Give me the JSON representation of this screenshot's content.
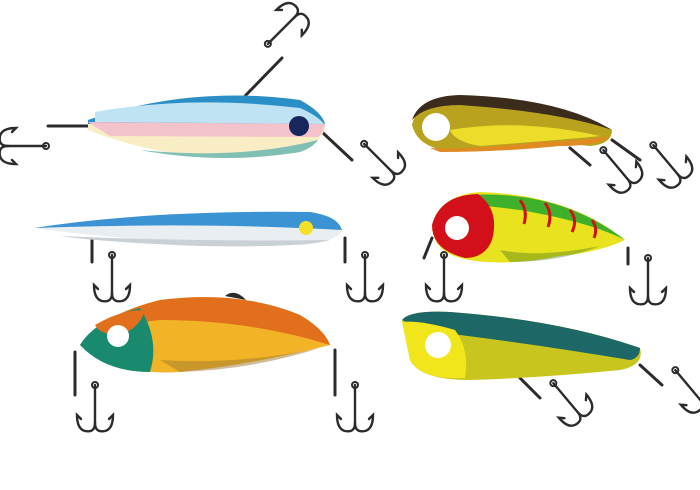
{
  "background": "#ffffff",
  "lures": [
    {
      "name": "striped-minnow-lure",
      "colors": [
        "#2a8fc6",
        "#bfe3f2",
        "#f4c2cb",
        "#f8edc4",
        "#7fbfb4"
      ],
      "eye": "#17275e"
    },
    {
      "name": "yellow-crankbait-lure",
      "colors": [
        "#3b2c1c",
        "#b9a21e",
        "#eddc2a",
        "#e08a22"
      ],
      "eye": "#ffffff"
    },
    {
      "name": "slim-blue-jerkbait-lure",
      "colors": [
        "#3b93d3",
        "#e9eef2"
      ],
      "eye": "#f2e128"
    },
    {
      "name": "firetiger-crankbait-lure",
      "colors": [
        "#d3101a",
        "#3fb02a",
        "#e9e21e",
        "#2a6a1a"
      ],
      "eye": "#ffffff"
    },
    {
      "name": "orange-lipless-lure",
      "colors": [
        "#e26f1c",
        "#1a8a6e",
        "#f2b326",
        "#2a2a2a"
      ],
      "eye": "#ffffff"
    },
    {
      "name": "green-popper-lure",
      "colors": [
        "#1d6767",
        "#c9c51f",
        "#f1e51c"
      ],
      "eye": "#ffffff"
    }
  ],
  "hook_icon": "treble-hook-icon",
  "hook_color": "#2b2b2b"
}
